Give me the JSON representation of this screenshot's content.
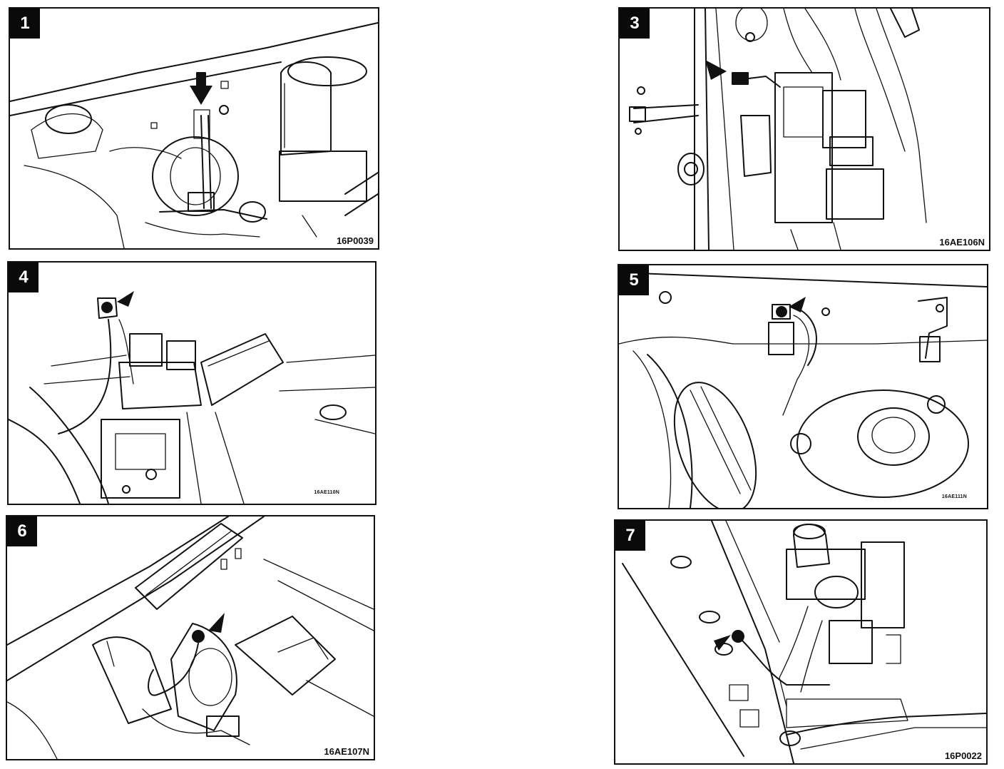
{
  "panels": [
    {
      "number": "1",
      "code": "16P0039"
    },
    {
      "number": "3",
      "code": "16AE106N"
    },
    {
      "number": "4",
      "code": "16AE110N"
    },
    {
      "number": "5",
      "code": "16AE111N"
    },
    {
      "number": "6",
      "code": "16AE107N"
    },
    {
      "number": "7",
      "code": "16P0022"
    }
  ],
  "icons": {
    "arrow": "ground-point-arrow-icon",
    "ground": "ground-terminal-icon"
  }
}
